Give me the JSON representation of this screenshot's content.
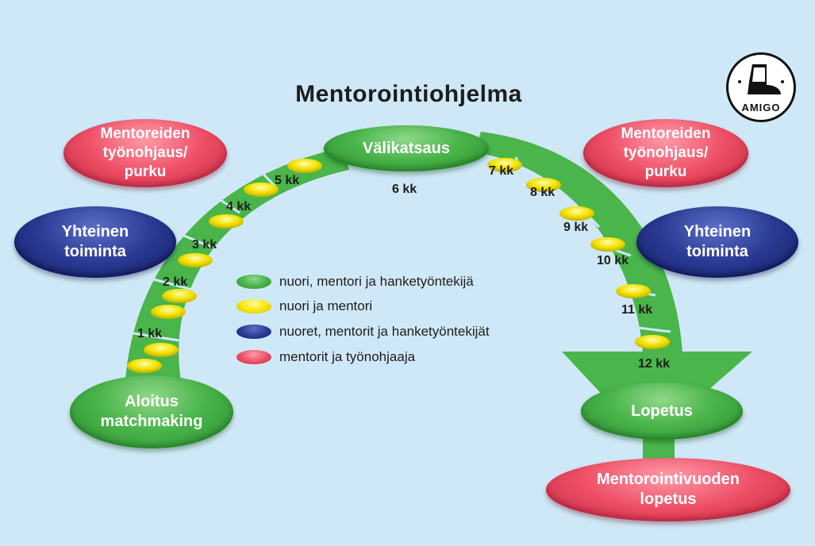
{
  "title": "Mentorointiohjelma",
  "colors": {
    "background": "#cfe8f7",
    "green": "#4ab54a",
    "yellow": "#f5e600",
    "blue": "#2a3a93",
    "red": "#ee4f66"
  },
  "nodes": {
    "start": [
      "Aloitus",
      "matchmaking"
    ],
    "midpoint": "Välikatsaus",
    "end": "Lopetus",
    "left_red": [
      "Mentoreiden",
      "työnohjaus/",
      "purku"
    ],
    "right_red": [
      "Mentoreiden",
      "työnohjaus/",
      "purku"
    ],
    "left_blue": [
      "Yhteinen",
      "toiminta"
    ],
    "right_blue": [
      "Yhteinen",
      "toiminta"
    ],
    "final_red": [
      "Mentorointivuoden",
      "lopetus"
    ]
  },
  "months": {
    "m1": "1 kk",
    "m2": "2 kk",
    "m3": "3 kk",
    "m4": "4 kk",
    "m5": "5 kk",
    "m6": "6 kk",
    "m7": "7 kk",
    "m8": "8 kk",
    "m9": "9 kk",
    "m10": "10 kk",
    "m11": "11 kk",
    "m12": "12 kk"
  },
  "legend": [
    {
      "color": "green",
      "text": "nuori, mentori ja hanketyöntekijä"
    },
    {
      "color": "yellow",
      "text": "nuori ja mentori"
    },
    {
      "color": "blue",
      "text": "nuoret, mentorit ja hanketyöntekijät"
    },
    {
      "color": "red",
      "text": "mentorit ja työnohjaaja"
    }
  ],
  "logo": {
    "text": "AMIGO",
    "icon": "cowboy-boot-icon"
  }
}
